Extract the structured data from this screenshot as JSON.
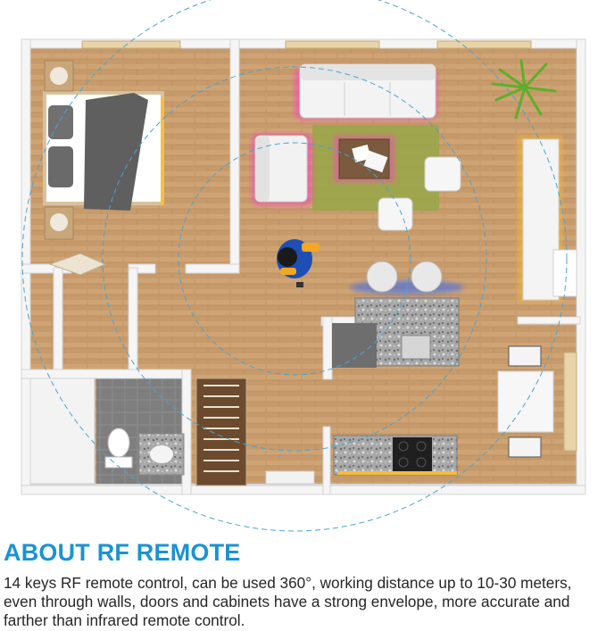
{
  "illustration": {
    "subject": "apartment-floor-plan",
    "signal_color": "#4aa3cf",
    "highlight_colors": {
      "pink": "#ff3ec8",
      "amber": "#ffbf2e",
      "blue": "#2f6bff"
    }
  },
  "text": {
    "heading": "ABOUT RF REMOTE",
    "description": "14 keys RF remote control, can be used 360°, working distance up to 10-30 meters, even through walls, doors and cabinets have a strong envelope, more accurate and farther than infrared remote control."
  },
  "colors": {
    "heading": "#1a93d3",
    "body_text": "#262626"
  }
}
